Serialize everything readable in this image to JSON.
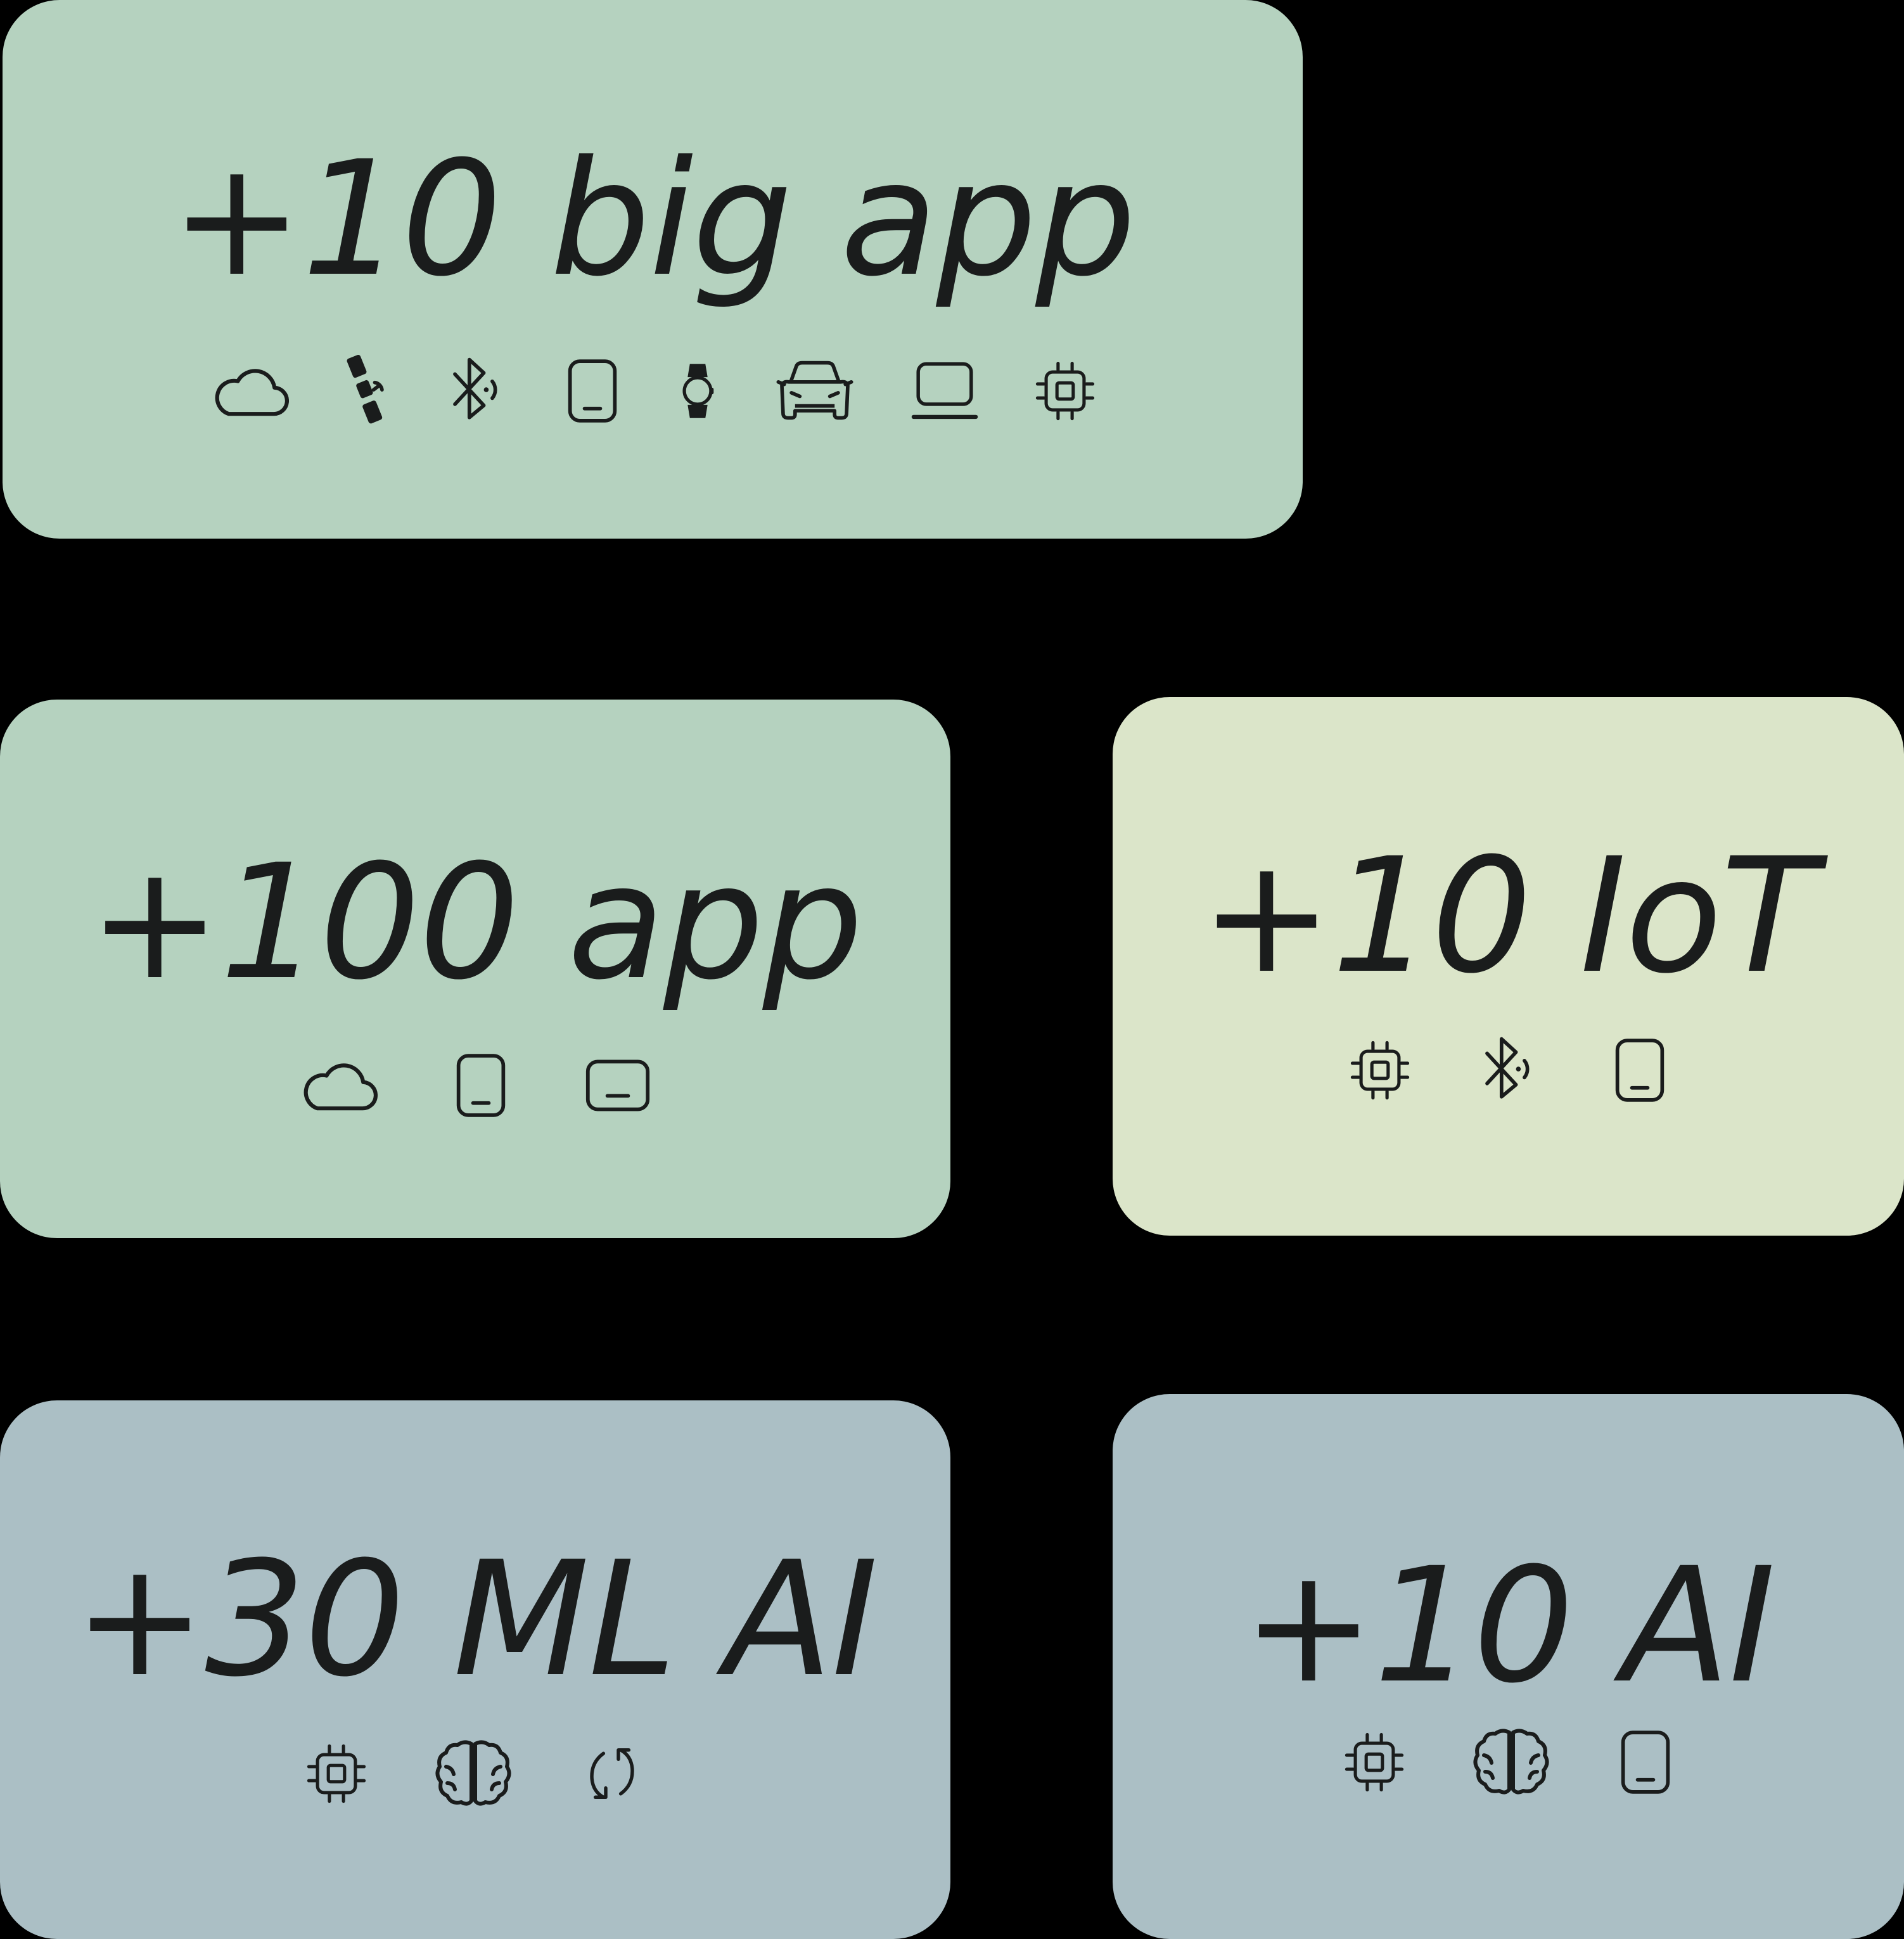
{
  "cards": [
    {
      "title": "+10 big app",
      "color": "#b5d2bf",
      "icons": [
        "cloud-icon",
        "satellite-icon",
        "bluetooth-icon",
        "phone-icon",
        "watch-icon",
        "car-icon",
        "laptop-icon",
        "chip-icon"
      ]
    },
    {
      "title": "+100 app",
      "color": "#b5d2bf",
      "icons": [
        "cloud-icon",
        "phone-icon",
        "tablet-icon"
      ]
    },
    {
      "title": "+10 IoT",
      "color": "#dbe5c9",
      "icons": [
        "chip-icon",
        "bluetooth-icon",
        "phone-icon"
      ]
    },
    {
      "title": "+30 ML AI",
      "color": "#abbfc5",
      "icons": [
        "chip-icon",
        "brain-icon",
        "refresh-icon"
      ]
    },
    {
      "title": "+10 AI",
      "color": "#abbfc5",
      "icons": [
        "chip-icon",
        "brain-icon",
        "phone-icon"
      ]
    }
  ]
}
